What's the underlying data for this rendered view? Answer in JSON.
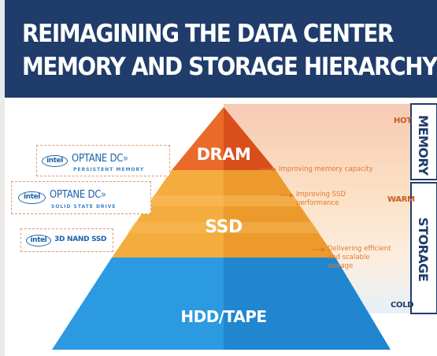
{
  "header": {
    "title_line1": "REIMAGINING THE DATA CENTER",
    "title_line2": "MEMORY AND STORAGE HIERARCHY"
  },
  "pyramid": {
    "tiers": [
      {
        "label": "DRAM",
        "color": "#e45a23"
      },
      {
        "label": "SSD",
        "color": "#f0a13a"
      },
      {
        "label": "HDD/TAPE",
        "color": "#2b9ae0"
      }
    ]
  },
  "temperature": {
    "hot": "HOT",
    "warm": "WARM",
    "cold": "COLD"
  },
  "side_categories": {
    "memory": "MEMORY",
    "storage": "STORAGE"
  },
  "notes": {
    "memory_capacity": "Improving memory capacity",
    "ssd_performance_line1": "Improving SSD",
    "ssd_performance_line2": "performance",
    "efficient_line1": "Delivering efficient",
    "efficient_line2": "and scalable",
    "efficient_line3": "storage"
  },
  "badges": [
    {
      "brand": "intel",
      "product": "OPTANE DC",
      "chevrons": "»",
      "subtitle": "PERSISTENT MEMORY"
    },
    {
      "brand": "intel",
      "product": "OPTANE DC",
      "chevrons": "»",
      "subtitle": "SOLID STATE DRIVE"
    },
    {
      "brand": "intel",
      "product": "3D NAND SSD"
    }
  ],
  "colors": {
    "header_bg": "#1f3c6b",
    "dram": "#e45a23",
    "ssd": "#f0a13a",
    "hdd": "#2b9ae0",
    "intel_blue": "#1c62ad"
  }
}
